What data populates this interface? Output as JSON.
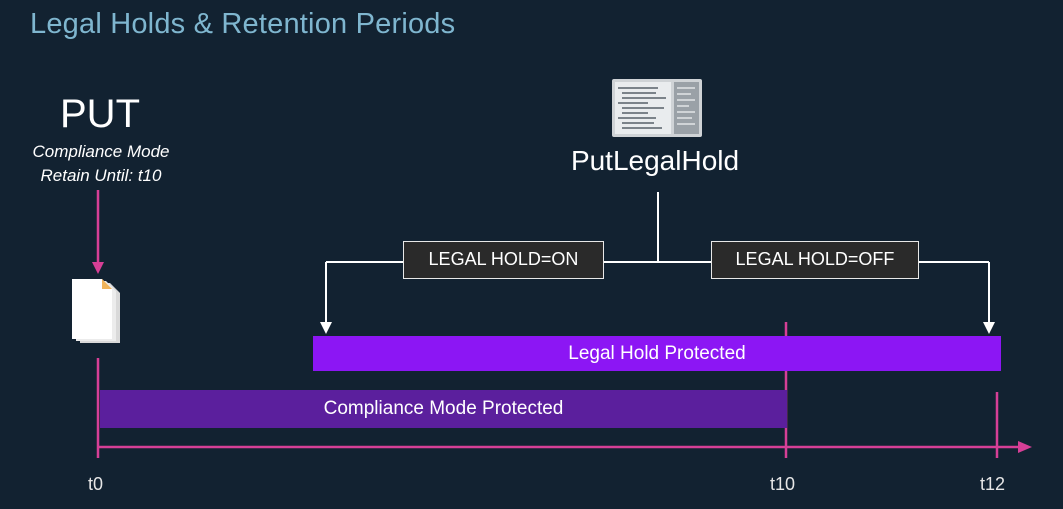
{
  "title": "Legal Holds & Retention Periods",
  "put": {
    "label": "PUT",
    "mode": "Compliance Mode",
    "retain": "Retain Until: t10"
  },
  "put_legal_hold": {
    "label": "PutLegalHold"
  },
  "boxes": {
    "on": "LEGAL HOLD=ON",
    "off": "LEGAL HOLD=OFF"
  },
  "bars": {
    "legal": "Legal Hold Protected",
    "compliance": "Compliance Mode Protected"
  },
  "timeline": {
    "ticks": [
      "t0",
      "t10",
      "t12"
    ]
  },
  "colors": {
    "background": "#122231",
    "title": "#7fb6cf",
    "timeline": "#d63f96",
    "legal_bar": "#8c16f4",
    "compliance_bar": "#5b1f9d"
  },
  "icons": {
    "document": "document-stack-icon",
    "screenshot": "code-screenshot-icon"
  }
}
